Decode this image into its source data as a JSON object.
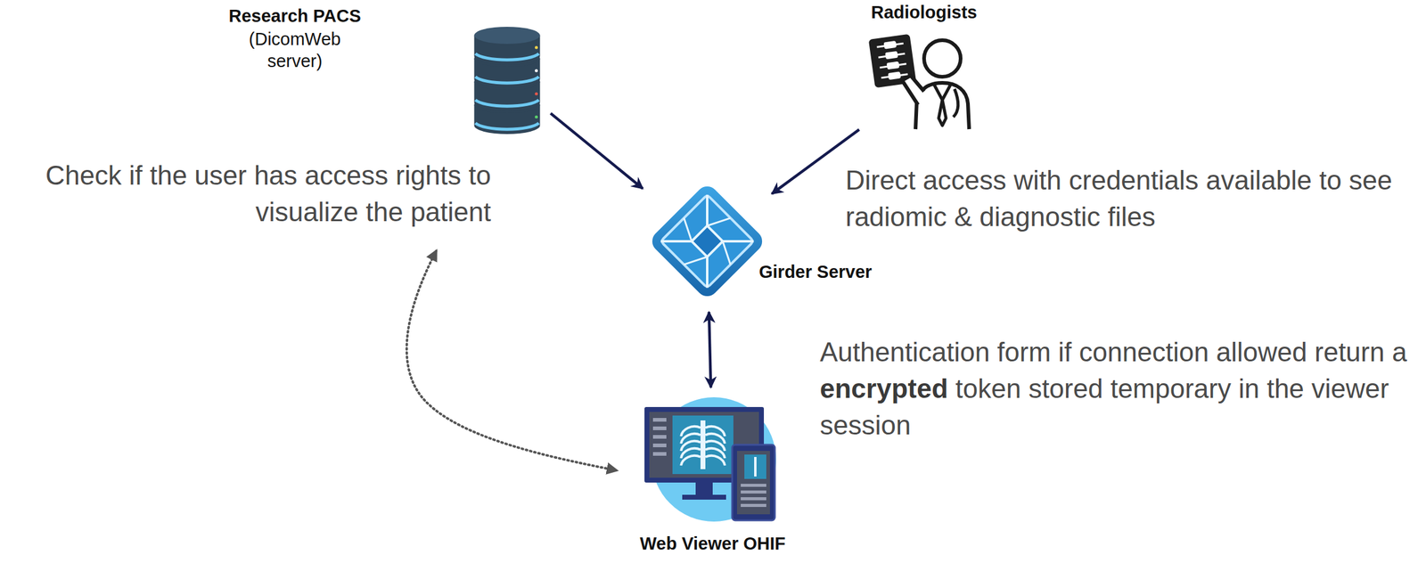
{
  "diagram": {
    "nodes": [
      {
        "text": [
          "Research PACS",
          "(DicomWeb server)"
        ]
      },
      {
        "text": [
          "Radiologists"
        ]
      },
      {
        "text": [
          "Girder Server"
        ]
      },
      {
        "text": [
          "Web Viewer OHIF"
        ]
      }
    ],
    "edges": [
      {
        "from": 0,
        "to": 2,
        "arrow": "to"
      },
      {
        "from": 1,
        "to": 2,
        "arrow": "to"
      },
      {
        "from": 2,
        "to": 3,
        "arrow": "both"
      }
    ],
    "labels": [
      "Check if the user has access rights to visualize the patient",
      "Direct access with credentials available to see radiomic & diagnostic files",
      "Authentication form if connection allowed return a",
      "encrypted",
      "token stored temporary in the viewer session"
    ]
  }
}
